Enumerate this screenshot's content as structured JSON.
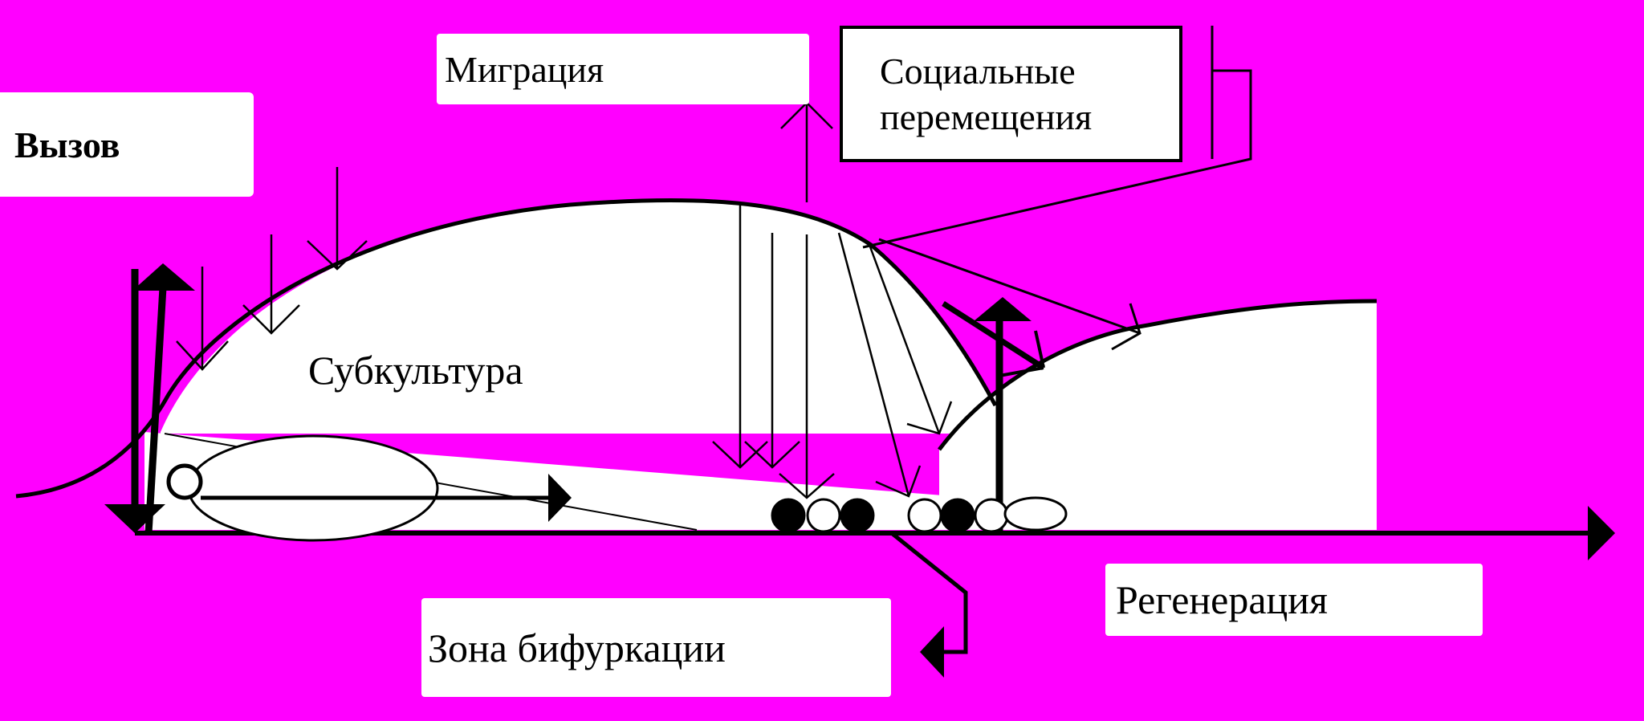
{
  "labels": {
    "challenge": "Вызов",
    "migration": "Миграция",
    "social_line1": "Социальные",
    "social_line2": "перемещения",
    "subculture": "Субкультура",
    "bifurcation_zone": "Зона бифуркации",
    "regeneration": "Регенерация"
  },
  "colors": {
    "background": "#FF00FF",
    "shape_fill": "#FFFFFF",
    "stroke": "#000000"
  },
  "bifurcation_balls": [
    "filled",
    "hollow",
    "filled",
    "hollow",
    "filled",
    "hollow",
    "oval"
  ]
}
